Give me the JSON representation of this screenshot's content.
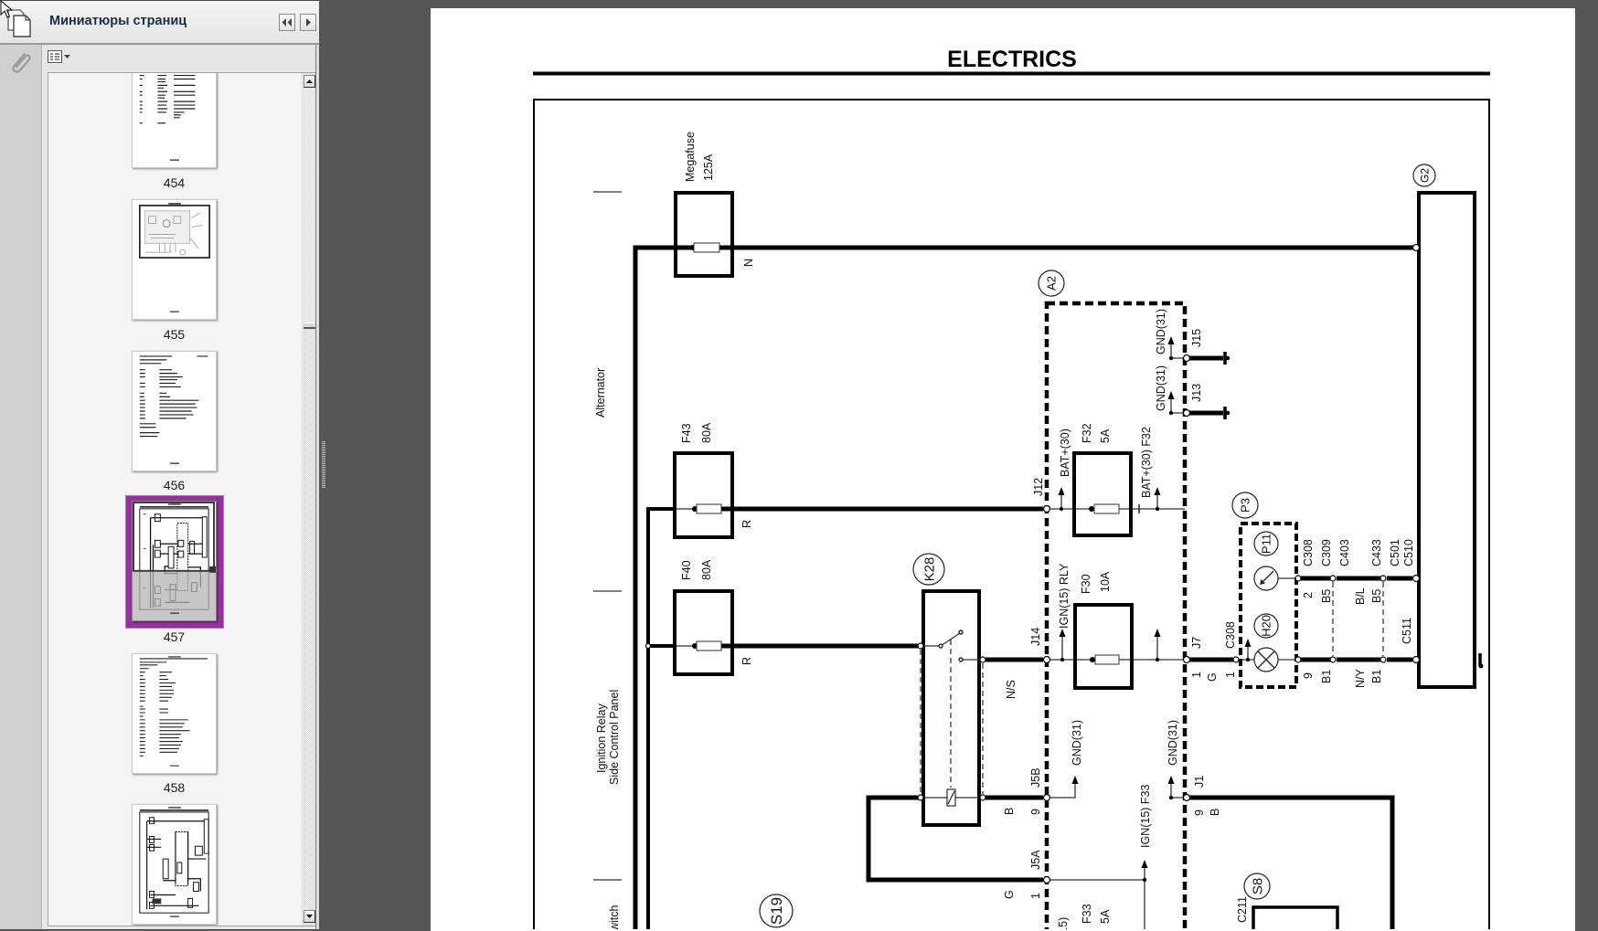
{
  "icons": {
    "cursor": "mouse-pointer",
    "page_thumbnails": "pages-icon",
    "attachments": "paperclip-icon",
    "options": "options-menu-icon",
    "collapse": "double-chevron-left-icon",
    "expand": "chevron-right-icon",
    "scroll_up": "arrow-up-icon",
    "scroll_down": "arrow-down-icon"
  },
  "sidebar": {
    "title": "Миниатюры страниц",
    "selection_color": "#95309d",
    "thumbnails": [
      {
        "page": "454",
        "selected": false
      },
      {
        "page": "455",
        "selected": false
      },
      {
        "page": "456",
        "selected": false
      },
      {
        "page": "457",
        "selected": true
      },
      {
        "page": "458",
        "selected": false
      }
    ]
  },
  "document": {
    "header": "ELECTRICS",
    "section_labels": {
      "alternator": "Alternator",
      "ignition_relay": "Ignition Relay",
      "side_control_panel": "Side Control Panel",
      "switch_partial": "witch"
    },
    "components": {
      "megafuse": {
        "name": "Megafuse",
        "rating": "125A"
      },
      "f43": {
        "name": "F43",
        "rating": "80A"
      },
      "f40": {
        "name": "F40",
        "rating": "80A"
      },
      "f32": {
        "name": "F32",
        "rating": "5A"
      },
      "f30": {
        "name": "F30",
        "rating": "10A"
      },
      "f33": {
        "name": "F33",
        "rating": "5A"
      },
      "g2": "G2",
      "a2": "A2",
      "k28": "K28",
      "p3": "P3",
      "p11": "P11",
      "h20": "H20",
      "s19": "S19",
      "s8": "S8"
    },
    "junctions": {
      "j12": "J12",
      "j13": "J13",
      "j14": "J14",
      "j15": "J15",
      "j7": "J7",
      "j5b": "J5B",
      "j5a": "J5A",
      "j1": "J1"
    },
    "signals": {
      "bat30": "BAT+(30)",
      "bat30_f32": "BAT+(30) F32",
      "gnd31": "GND(31)",
      "ign15_rly": "IGN(15) RLY",
      "ign15_f33": "IGN(15) F33",
      "ign15_partial": "(15)"
    },
    "connectors": {
      "c308": "C308",
      "c309": "C309",
      "c403": "C403",
      "c433": "C433",
      "c501": "C501",
      "c510": "C510",
      "c511": "C511",
      "c211": "C211"
    },
    "wire_codes": {
      "n": "N",
      "r": "R",
      "ns": "N/S",
      "b": "B",
      "g": "G",
      "b5": "B5",
      "bl": "B/L",
      "b1": "B1",
      "ny": "N/Y"
    },
    "pins": {
      "p1": "1",
      "p2": "2",
      "p9": "9"
    }
  }
}
